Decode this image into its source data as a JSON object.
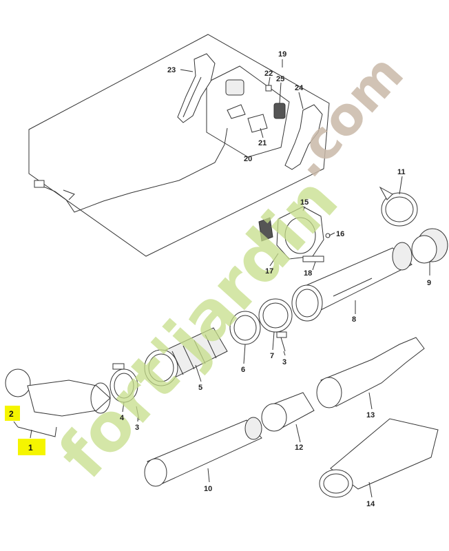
{
  "labels": {
    "p1": "1",
    "p2": "2",
    "p3": "3",
    "p3b": "3",
    "p4": "4",
    "p5": "5",
    "p6": "6",
    "p7": "7",
    "p8": "8",
    "p9": "9",
    "p10": "10",
    "p11": "11",
    "p12": "12",
    "p13": "13",
    "p14": "14",
    "p15": "15",
    "p16": "16",
    "p17": "17",
    "p18": "18",
    "p19": "19",
    "p20": "20",
    "p21": "21",
    "p22": "22",
    "p23": "23",
    "p24": "24",
    "p25": "25"
  },
  "watermark": {
    "main": "fort'jardin",
    "suffix": ".com"
  },
  "colors": {
    "watermark_green": "#c5de8a",
    "watermark_taupe": "#c9b9a8",
    "highlight": "#f5f500"
  }
}
